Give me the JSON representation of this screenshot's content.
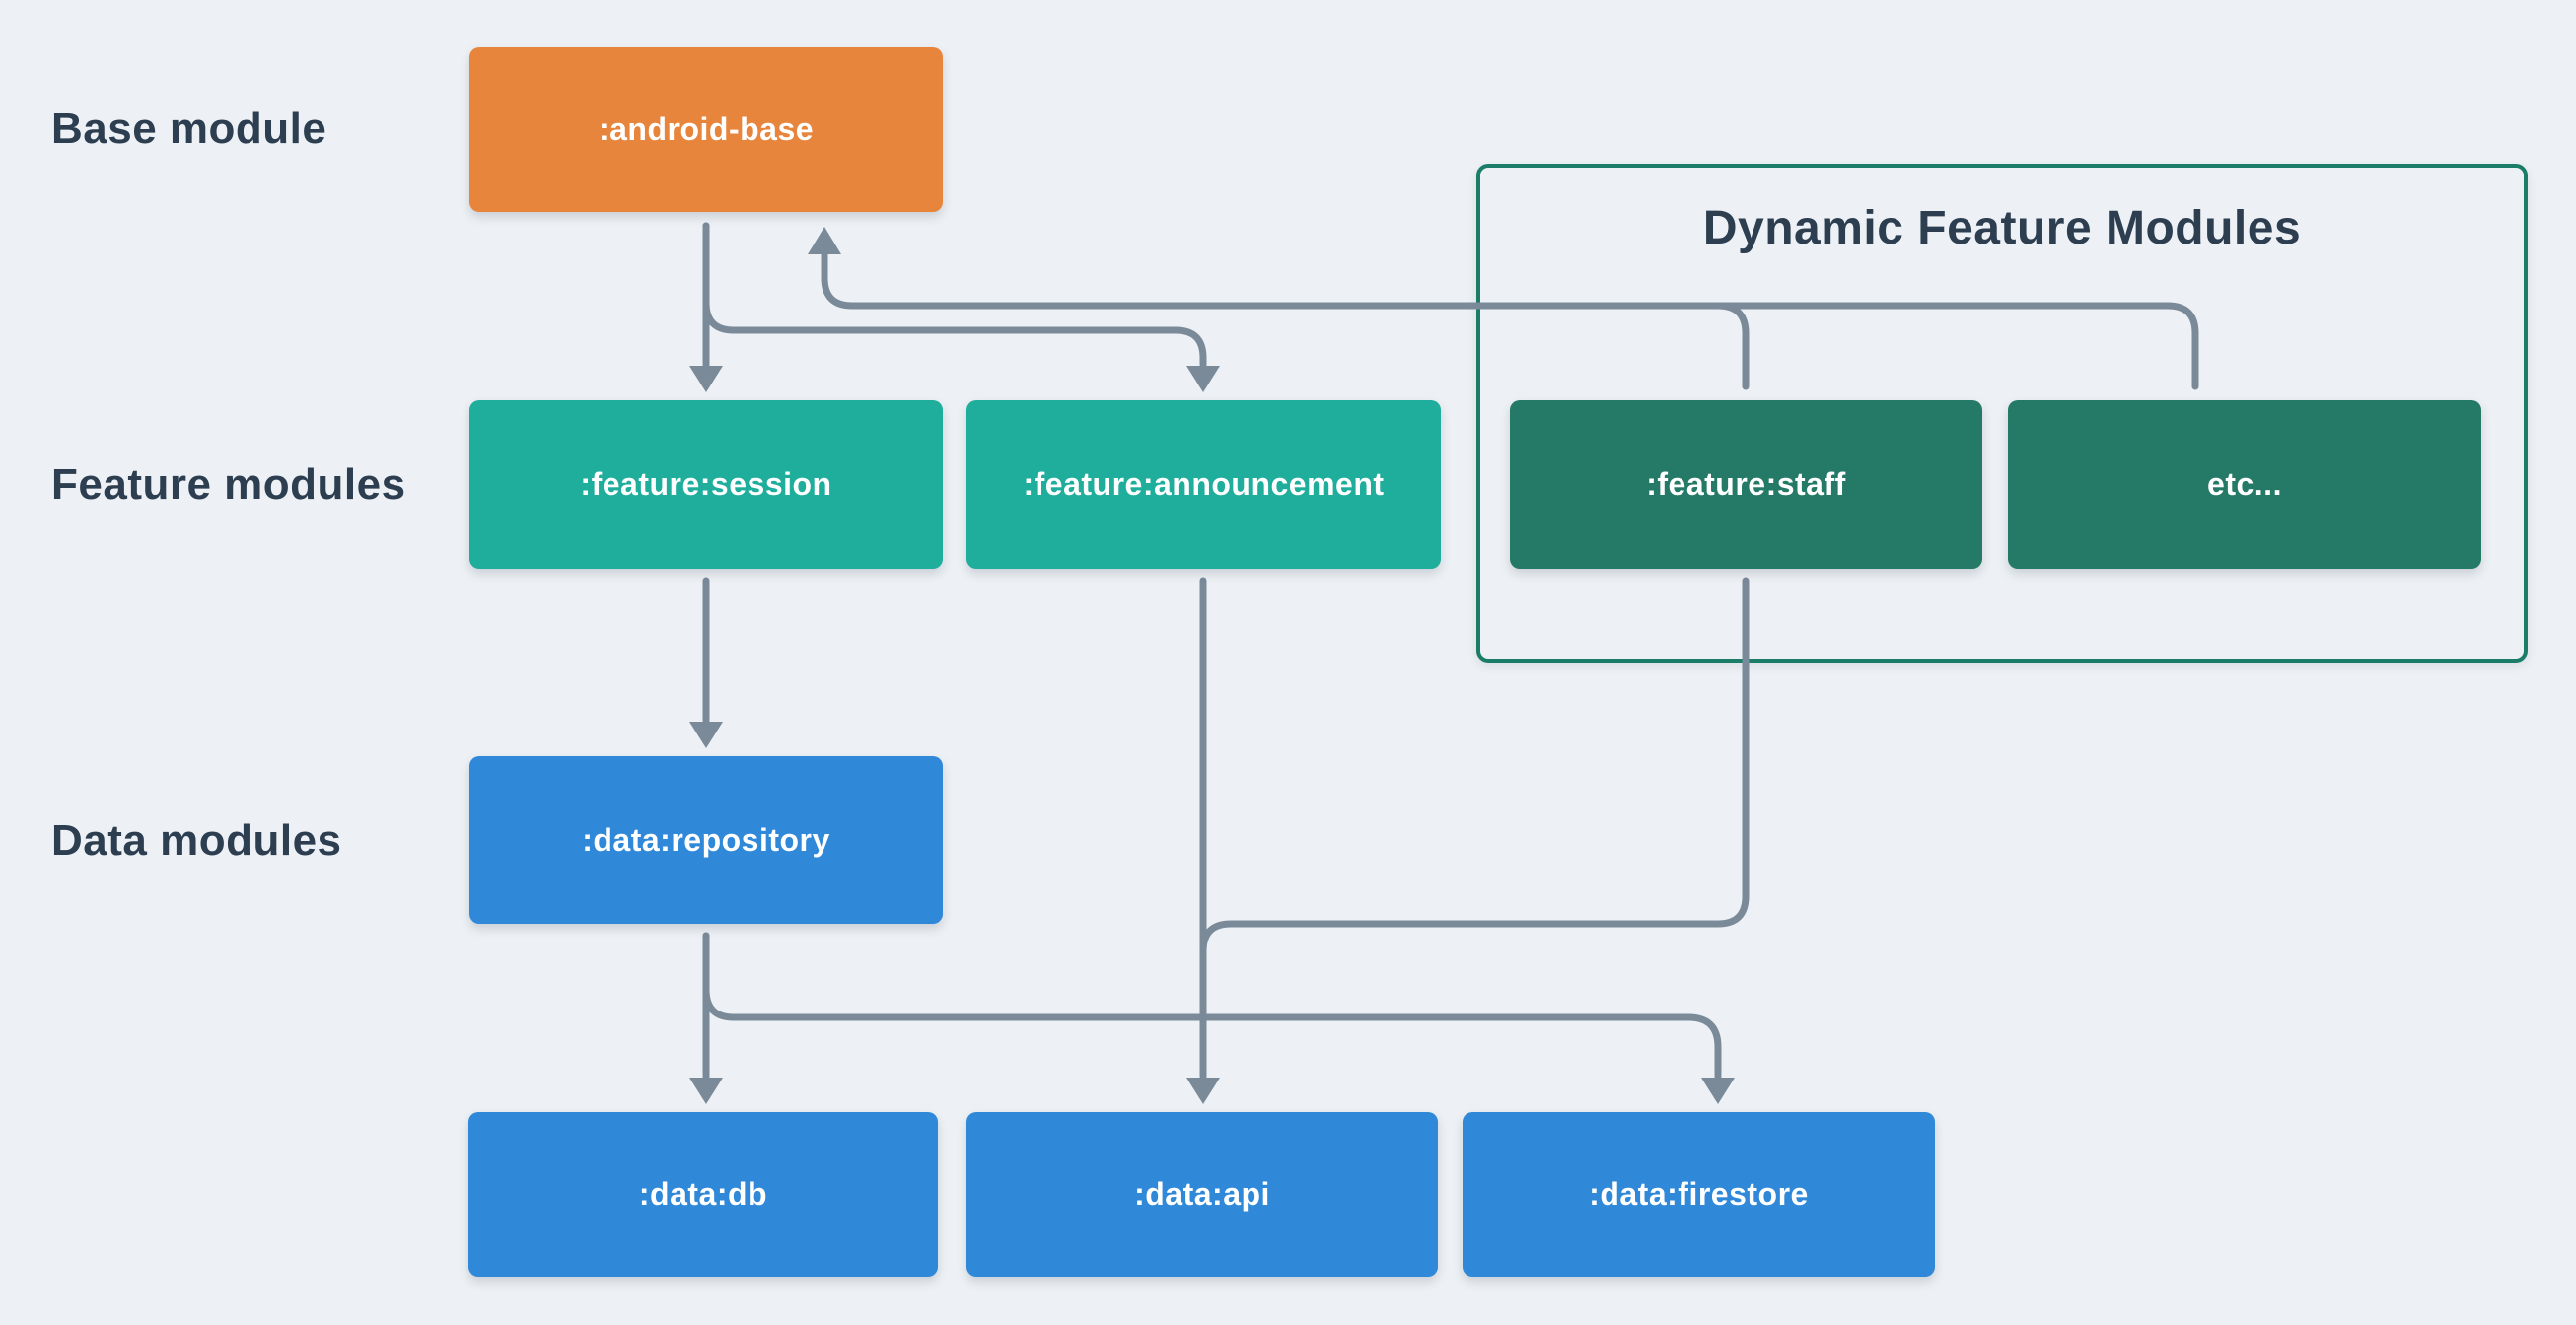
{
  "diagram": {
    "background_color": "#EDF1F5",
    "row_labels": [
      {
        "text": "Base module"
      },
      {
        "text": "Feature modules"
      },
      {
        "text": "Data modules"
      }
    ],
    "container": {
      "title": "Dynamic Feature Modules",
      "border_color": "#1B7D68"
    },
    "nodes": [
      {
        "id": "android-base",
        "label": ":android-base",
        "color": "#E8853C"
      },
      {
        "id": "feature-session",
        "label": ":feature:session",
        "color": "#1FAD9C"
      },
      {
        "id": "feature-announcement",
        "label": ":feature:announcement",
        "color": "#1FAD9C"
      },
      {
        "id": "feature-staff",
        "label": ":feature:staff",
        "color": "#247A66"
      },
      {
        "id": "etc",
        "label": "etc...",
        "color": "#247A66"
      },
      {
        "id": "data-repository",
        "label": ":data:repository",
        "color": "#2F88D8"
      },
      {
        "id": "data-db",
        "label": ":data:db",
        "color": "#2F88D8"
      },
      {
        "id": "data-api",
        "label": ":data:api",
        "color": "#2F88D8"
      },
      {
        "id": "data-firestore",
        "label": ":data:firestore",
        "color": "#2F88D8"
      }
    ],
    "edges": [
      {
        "from": ":android-base",
        "to": ":feature:session"
      },
      {
        "from": ":android-base",
        "to": ":feature:announcement"
      },
      {
        "from": ":feature:staff",
        "to": ":android-base"
      },
      {
        "from": "etc...",
        "to": ":android-base"
      },
      {
        "from": ":feature:session",
        "to": ":data:repository"
      },
      {
        "from": ":feature:announcement",
        "to": ":data:api"
      },
      {
        "from": ":feature:staff",
        "to": ":data:api"
      },
      {
        "from": ":data:repository",
        "to": ":data:db"
      },
      {
        "from": ":data:repository",
        "to": ":data:firestore"
      }
    ],
    "colors": {
      "edge": "#7A8A99",
      "label_text": "#2C3E50",
      "node_text": "#FFFFFF"
    }
  }
}
